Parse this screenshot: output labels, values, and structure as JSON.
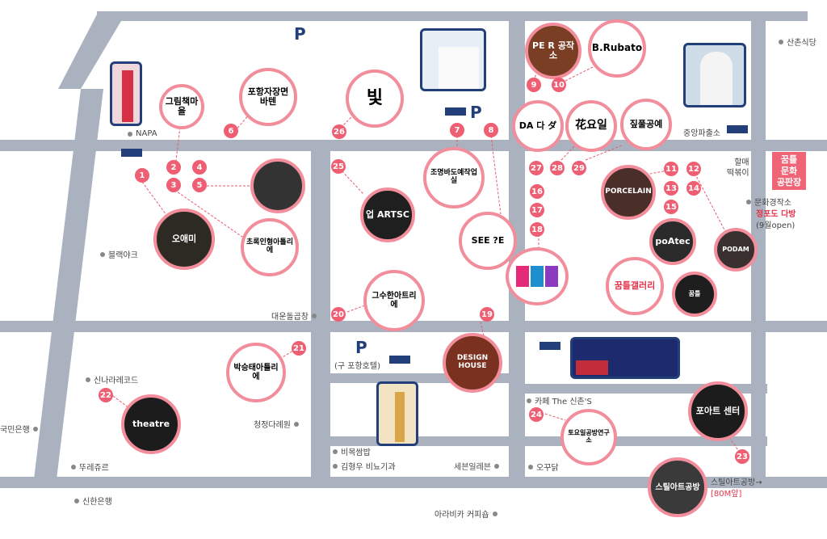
{
  "parking": {
    "label": "P"
  },
  "places": [
    {
      "id": "1",
      "name": "오애미"
    },
    {
      "id": "2",
      "name": "그림책마을"
    },
    {
      "id": "3",
      "name": "초록인형아틀리에"
    },
    {
      "id": "4",
      "name": ""
    },
    {
      "id": "5",
      "name": ""
    },
    {
      "id": "6",
      "name": "포항자장면바텐"
    },
    {
      "id": "7",
      "name": "조명바도예작업실"
    },
    {
      "id": "8",
      "name": "SEE ?E"
    },
    {
      "id": "9",
      "name": "PE R 공작소"
    },
    {
      "id": "10",
      "name": "B.Rubato"
    },
    {
      "id": "11",
      "name": "PORCELAIN"
    },
    {
      "id": "12",
      "name": "PODAM"
    },
    {
      "id": "13",
      "name": ""
    },
    {
      "id": "14",
      "name": ""
    },
    {
      "id": "15",
      "name": "poAtec"
    },
    {
      "id": "16",
      "name": ""
    },
    {
      "id": "17",
      "name": ""
    },
    {
      "id": "18",
      "name": ""
    },
    {
      "id": "19",
      "name": "DESIGN HOUSE"
    },
    {
      "id": "20",
      "name": "그수한아트리에"
    },
    {
      "id": "21",
      "name": "박승태아틀리에"
    },
    {
      "id": "22",
      "name": "theatre"
    },
    {
      "id": "23",
      "name": "포아트 센터"
    },
    {
      "id": "24",
      "name": "토요일공방연구소"
    },
    {
      "id": "25",
      "name": "업 ARTSC"
    },
    {
      "id": "26",
      "name": "빛"
    },
    {
      "id": "27",
      "name": "DA 다 ダ"
    },
    {
      "id": "28",
      "name": "花요일"
    },
    {
      "id": "29",
      "name": "짚풀공예"
    }
  ],
  "extra_circles": {
    "kkumteul_gallery": "꿈틀갤러리",
    "steel_art": "스틸아트공방"
  },
  "landmarks": {
    "napa": "NAPA",
    "sanchon": "산촌식당",
    "police": "중앙파출소",
    "halmae": "할매\n떡볶이",
    "munhwa": "문화경작소",
    "jeongpodo": "정포도 다방",
    "jeongpodo_note": "(9월open)",
    "blackyak": "블랙야크",
    "daeun": "대운돌곱창",
    "old_pohang_hotel": "(구 포항호텔)",
    "new_nara": "신나라레코드",
    "kookmin": "국민은행",
    "cheongjeong": "청정다례원",
    "ddureju": "뚜레쥬르",
    "shinhan": "신한은행",
    "bibim": "비목쌈밥",
    "kimhyungwoo": "김형우 비뇨기과",
    "seven": "세븐일레븐",
    "arabica": "아라비카 커피숍",
    "cafe": "카페 The 신촌'S",
    "ogguda": "오꾸닭",
    "steel_note": "스틸아트공방→",
    "steel_note2": "[80M앞]",
    "kkumteul_badge": "꿈틀\n문화\n공판장"
  }
}
